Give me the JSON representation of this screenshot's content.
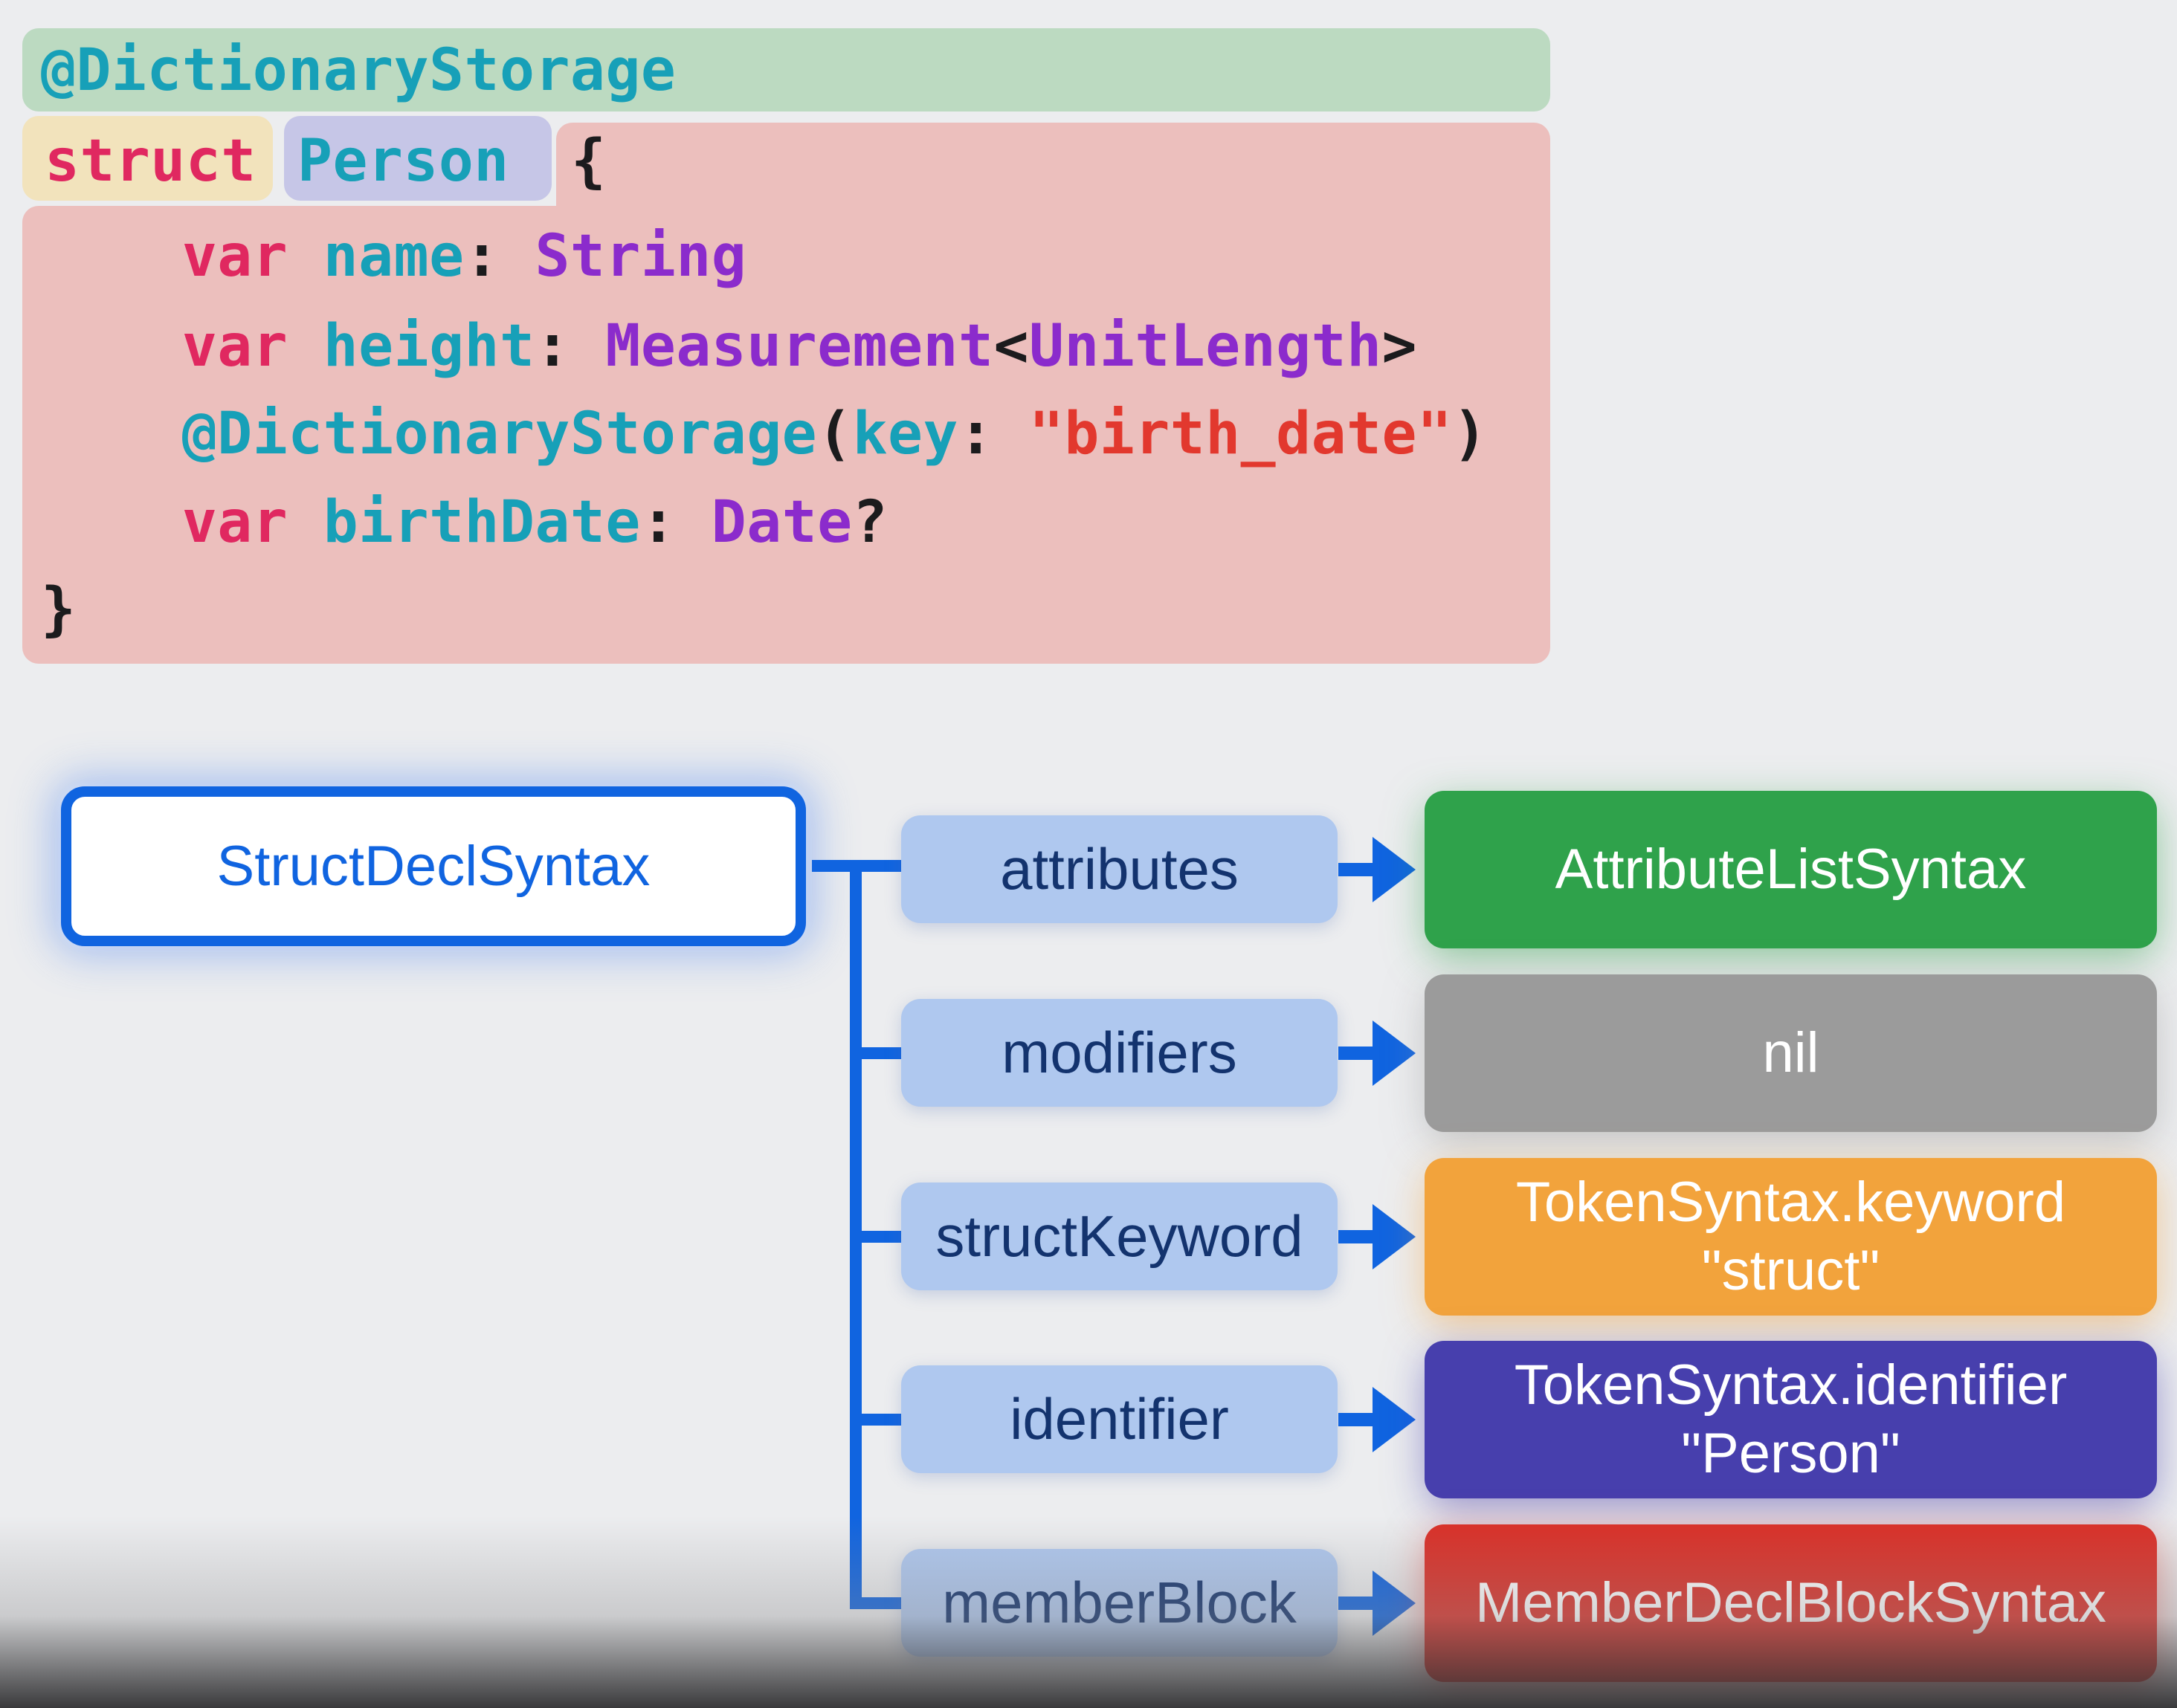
{
  "code": {
    "lines": [
      {
        "tokens": [
          {
            "text": "@DictionaryStorage",
            "color": "teal"
          }
        ]
      },
      {
        "tokens": [
          {
            "text": "struct",
            "color": "pink"
          },
          {
            "text": "Person",
            "color": "teal"
          },
          {
            "text": "{",
            "color": "black"
          }
        ]
      },
      {
        "tokens": [
          {
            "text": "    var",
            "color": "pink"
          },
          {
            "text": " name",
            "color": "teal"
          },
          {
            "text": ":",
            "color": "black"
          },
          {
            "text": " String",
            "color": "purple"
          }
        ]
      },
      {
        "tokens": [
          {
            "text": "    var",
            "color": "pink"
          },
          {
            "text": " height",
            "color": "teal"
          },
          {
            "text": ":",
            "color": "black"
          },
          {
            "text": " Measurement",
            "color": "purple"
          },
          {
            "text": "<",
            "color": "black"
          },
          {
            "text": "UnitLength",
            "color": "purple"
          },
          {
            "text": ">",
            "color": "black"
          }
        ]
      },
      {
        "tokens": [
          {
            "text": "    @DictionaryStorage",
            "color": "teal"
          },
          {
            "text": "(",
            "color": "black"
          },
          {
            "text": "key",
            "color": "teal"
          },
          {
            "text": ":",
            "color": "black"
          },
          {
            "text": " ",
            "color": "black"
          },
          {
            "text": "\"birth_date\"",
            "color": "red"
          },
          {
            "text": ")",
            "color": "black"
          }
        ]
      },
      {
        "tokens": [
          {
            "text": "    var",
            "color": "pink"
          },
          {
            "text": " birthDate",
            "color": "teal"
          },
          {
            "text": ":",
            "color": "black"
          },
          {
            "text": " Date",
            "color": "purple"
          },
          {
            "text": "?",
            "color": "black"
          }
        ]
      },
      {
        "tokens": [
          {
            "text": "}",
            "color": "black"
          }
        ]
      }
    ]
  },
  "diagram": {
    "root_label": "StructDeclSyntax",
    "rows": [
      {
        "property": "attributes",
        "value_lines": [
          "AttributeListSyntax"
        ],
        "color_key": "green"
      },
      {
        "property": "modifiers",
        "value_lines": [
          "nil"
        ],
        "color_key": "gray"
      },
      {
        "property": "structKeyword",
        "value_lines": [
          "TokenSyntax.keyword",
          "\"struct\""
        ],
        "color_key": "orange"
      },
      {
        "property": "identifier",
        "value_lines": [
          "TokenSyntax.identifier",
          "\"Person\""
        ],
        "color_key": "indigo"
      },
      {
        "property": "memberBlock",
        "value_lines": [
          "MemberDeclBlockSyntax"
        ],
        "color_key": "red"
      }
    ]
  },
  "colors": {
    "accent_blue": "#1064E0",
    "green": "#2FA24B",
    "gray": "#9B9B9B",
    "orange": "#F2A33C",
    "indigo": "#473FAD",
    "red": "#DA2F27",
    "highlight_green": "#BCDAC1",
    "highlight_tan": "#F2E3BC",
    "highlight_lavender": "#C6C6E7",
    "highlight_pink": "#ECBFBD",
    "code_teal": "#17A0B8",
    "code_pink": "#E02860",
    "code_purple": "#8B2BCC",
    "code_red": "#E2382E"
  }
}
